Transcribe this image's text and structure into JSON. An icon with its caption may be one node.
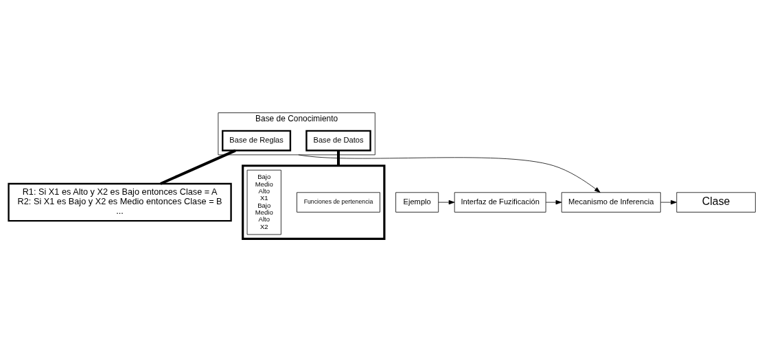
{
  "diagram": {
    "nodes": [
      {
        "text": [
          "R1: Si X1 es Alto y X2 es Bajo entonces Clase = A",
          "R2: Si X1 es Bajo y X2 es Medio entonces Clase = B",
          "..."
        ]
      },
      {
        "text": [
          "Base de Conocimiento"
        ]
      },
      {
        "text": [
          "Base de Reglas"
        ],
        "in": 1
      },
      {
        "text": [
          "Base de Datos"
        ],
        "in": 1
      },
      {
        "text": [],
        "shape": "box"
      },
      {
        "text": [
          "Funciones de pertenencia"
        ],
        "in": 4
      },
      {
        "text": [
          "Bajo",
          "Medio",
          "Alto",
          "X1",
          "Bajo",
          "Medio",
          "Alto",
          "X2"
        ],
        "in": 4
      },
      {
        "text": [
          "Ejemplo"
        ]
      },
      {
        "text": [
          "Interfaz de Fuzificación"
        ]
      },
      {
        "text": [
          "Mecanismo de Inferencia"
        ]
      },
      {
        "text": [
          "Clase"
        ]
      }
    ],
    "edges": [
      {
        "from": 2,
        "to": 0,
        "arrow": "none",
        "style": "thick"
      },
      {
        "from": 3,
        "to": 4,
        "arrow": "none",
        "style": "thick"
      },
      {
        "from": 1,
        "to": 9,
        "arrow": "to"
      },
      {
        "from": 7,
        "to": 8,
        "arrow": "to"
      },
      {
        "from": 8,
        "to": 9,
        "arrow": "to"
      },
      {
        "from": 9,
        "to": 10,
        "arrow": "to"
      }
    ]
  }
}
